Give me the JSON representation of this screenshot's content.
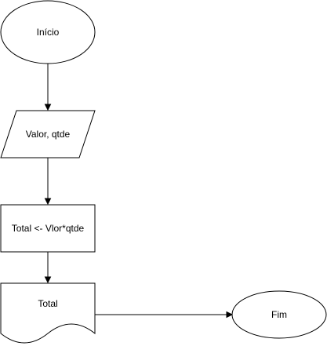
{
  "nodes": {
    "start": {
      "label": "Início",
      "shape": "ellipse"
    },
    "input": {
      "label": "Valor, qtde",
      "shape": "parallelogram"
    },
    "process": {
      "label": "Total <- Vlor*qtde",
      "shape": "rectangle"
    },
    "output": {
      "label": "Total",
      "shape": "document"
    },
    "end": {
      "label": "Fim",
      "shape": "ellipse"
    }
  },
  "edges": [
    {
      "from": "start",
      "to": "input"
    },
    {
      "from": "input",
      "to": "process"
    },
    {
      "from": "process",
      "to": "output"
    },
    {
      "from": "output",
      "to": "end"
    }
  ],
  "colors": {
    "stroke": "#000000",
    "fill": "#ffffff",
    "text": "#000000"
  }
}
